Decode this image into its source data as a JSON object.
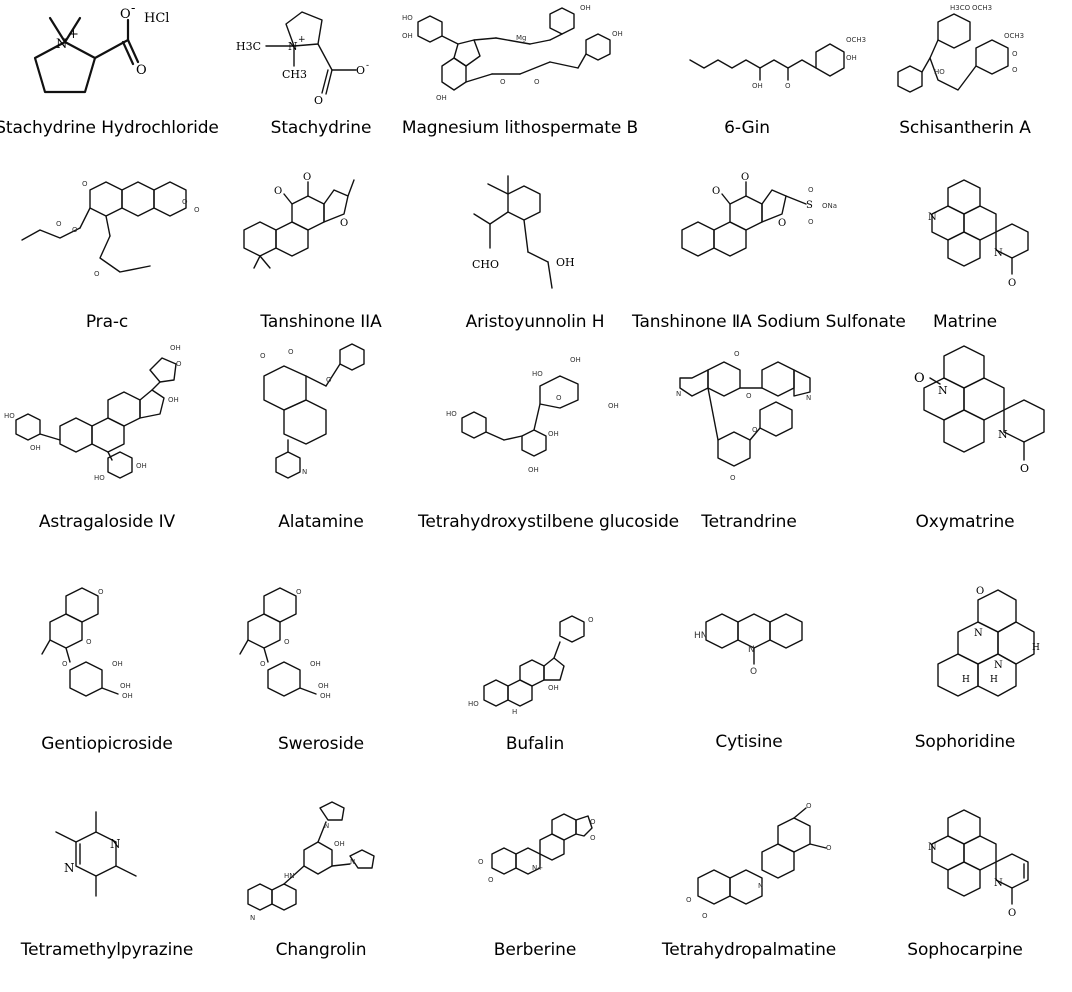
{
  "compounds": [
    {
      "name": "Stachydrine Hydrochloride",
      "atoms": [
        "N",
        "+",
        "O",
        "-",
        "HCl",
        "O"
      ]
    },
    {
      "name": "Stachydrine",
      "atoms": [
        "H3C",
        "N",
        "+",
        "CH3",
        "O",
        "-",
        "O"
      ]
    },
    {
      "name": "Magnesium lithospermate B",
      "atoms": [
        "HO",
        "OH",
        "Mg",
        "OH",
        "OH",
        "O",
        "O",
        "OH"
      ]
    },
    {
      "name": "6-Gin",
      "atoms": [
        "OH",
        "O",
        "OCH3",
        "OH"
      ]
    },
    {
      "name": "Schisantherin A",
      "atoms": [
        "H3CO",
        "OCH3",
        "OCH3",
        "O",
        "O",
        "HO"
      ]
    },
    {
      "name": "Pra-c",
      "atoms": [
        "O",
        "O",
        "O",
        "O",
        "O",
        "O"
      ]
    },
    {
      "name": "Tanshinone IIA",
      "atoms": [
        "O",
        "O",
        "O"
      ]
    },
    {
      "name": "Aristoyunnolin H",
      "atoms": [
        "CHO",
        "OH"
      ]
    },
    {
      "name": "Tanshinone ⅡA Sodium Sulfonate",
      "atoms": [
        "O",
        "O",
        "O",
        "S",
        "ONa",
        "O",
        "O"
      ]
    },
    {
      "name": "Matrine",
      "atoms": [
        "N",
        "N",
        "O"
      ]
    },
    {
      "name": "Astragaloside IV",
      "atoms": [
        "OH",
        "O",
        "OH",
        "HO",
        "OH",
        "HO",
        "OH"
      ]
    },
    {
      "name": "Alatamine",
      "atoms": [
        "O",
        "O",
        "O",
        "N"
      ]
    },
    {
      "name": "Tetrahydroxystilbene glucoside",
      "atoms": [
        "HO",
        "OH",
        "OH",
        "HO",
        "OH",
        "O",
        "OH"
      ]
    },
    {
      "name": "Tetrandrine",
      "atoms": [
        "O",
        "N",
        "O",
        "O",
        "N",
        "O"
      ]
    },
    {
      "name": "Oxymatrine",
      "atoms": [
        "O",
        "N",
        "N",
        "O"
      ]
    },
    {
      "name": "Gentiopicroside",
      "atoms": [
        "O",
        "O",
        "O",
        "OH",
        "OH",
        "OH"
      ]
    },
    {
      "name": "Sweroside",
      "atoms": [
        "O",
        "O",
        "O",
        "OH",
        "OH",
        "OH"
      ]
    },
    {
      "name": "Bufalin",
      "atoms": [
        "O",
        "HO",
        "OH",
        "H"
      ]
    },
    {
      "name": "Cytisine",
      "atoms": [
        "HN",
        "N",
        "O"
      ]
    },
    {
      "name": "Sophoridine",
      "atoms": [
        "O",
        "N",
        "N",
        "H",
        "H",
        "H"
      ]
    },
    {
      "name": "Tetramethylpyrazine",
      "atoms": [
        "N",
        "N"
      ]
    },
    {
      "name": "Changrolin",
      "atoms": [
        "N",
        "OH",
        "N",
        "HN",
        "N"
      ]
    },
    {
      "name": "Berberine",
      "atoms": [
        "O",
        "O",
        "N+",
        "O",
        "O"
      ]
    },
    {
      "name": "Tetrahydropalmatine",
      "atoms": [
        "O",
        "O",
        "N",
        "O",
        "O"
      ]
    },
    {
      "name": "Sophocarpine",
      "atoms": [
        "N",
        "N",
        "O"
      ]
    }
  ]
}
